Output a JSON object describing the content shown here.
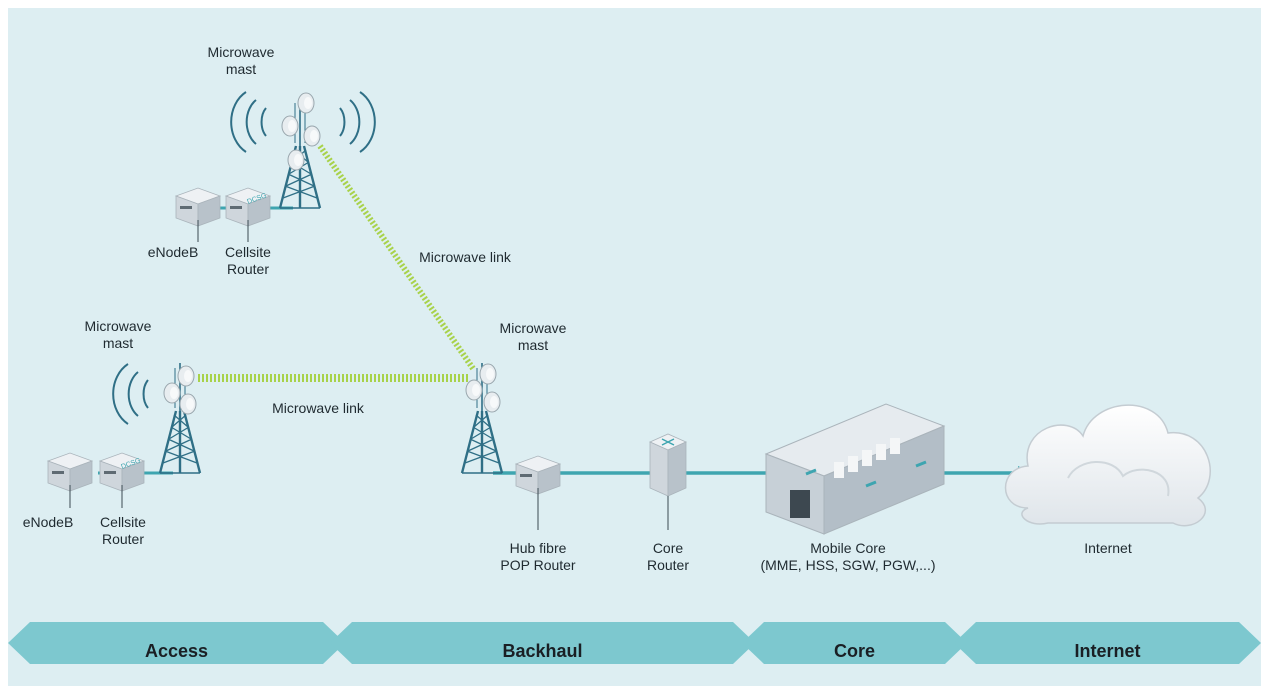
{
  "labels": {
    "mast_top": "Microwave\nmast",
    "mast_left": "Microwave\nmast",
    "mast_hub": "Microwave\nmast",
    "link_top": "Microwave link",
    "link_left": "Microwave link",
    "enodeb_top": "eNodeB",
    "router_top": "Cellsite\nRouter",
    "enodeb_left": "eNodeB",
    "router_left": "Cellsite\nRouter",
    "hub_router": "Hub fibre\nPOP Router",
    "core_router": "Core\nRouter",
    "mobile_core": "Mobile Core\n(MME, HSS, SGW, PGW,...)",
    "internet": "Internet"
  },
  "device_markings": {
    "router_brand": "DCSG"
  },
  "bands": [
    {
      "label": "Access"
    },
    {
      "label": "Backhaul"
    },
    {
      "label": "Core"
    },
    {
      "label": "Internet"
    }
  ],
  "colors": {
    "background": "#ddeef2",
    "band": "#7dc8cf",
    "link_line": "#3ea5b0",
    "microwave": "#a8d24a",
    "tower": "#2f6f86"
  }
}
